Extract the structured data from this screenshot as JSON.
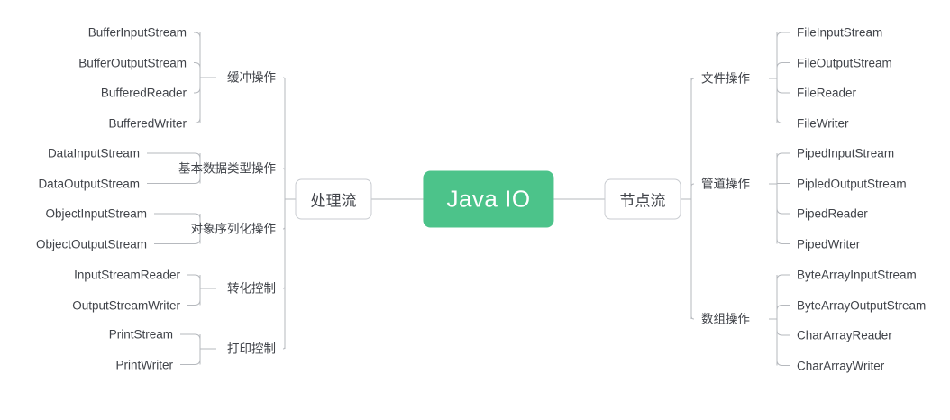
{
  "diagram": {
    "type": "mindmap",
    "title": "Java IO",
    "orientation": "horizontal-bidirectional",
    "colors": {
      "root_fill": "#4cc38a",
      "root_text": "#ffffff",
      "node_fill": "#ffffff",
      "node_border": "#c8cbd0",
      "text": "#404349",
      "wire": "#b6b9be",
      "background": "#ffffff"
    },
    "root": {
      "label": "Java IO"
    },
    "branches": [
      {
        "side": "left",
        "label": "处理流",
        "groups": [
          {
            "label": "缓冲操作",
            "leaves": [
              "BufferInputStream",
              "BufferOutputStream",
              "BufferedReader",
              "BufferedWriter"
            ]
          },
          {
            "label": "基本数据类型操作",
            "leaves": [
              "DataInputStream",
              "DataOutputStream"
            ]
          },
          {
            "label": "对象序列化操作",
            "leaves": [
              "ObjectInputStream",
              "ObjectOutputStream"
            ]
          },
          {
            "label": "转化控制",
            "leaves": [
              "InputStreamReader",
              "OutputStreamWriter"
            ]
          },
          {
            "label": "打印控制",
            "leaves": [
              "PrintStream",
              "PrintWriter"
            ]
          }
        ]
      },
      {
        "side": "right",
        "label": "节点流",
        "groups": [
          {
            "label": "文件操作",
            "leaves": [
              "FileInputStream",
              "FileOutputStream",
              "FileReader",
              "FileWriter"
            ]
          },
          {
            "label": "管道操作",
            "leaves": [
              "PipedInputStream",
              "PipledOutputStream",
              "PipedReader",
              "PipedWriter"
            ]
          },
          {
            "label": "数组操作",
            "leaves": [
              "ByteArrayInputStream",
              "ByteArrayOutputStream",
              "CharArrayReader",
              "CharArrayWriter"
            ]
          }
        ]
      }
    ]
  }
}
